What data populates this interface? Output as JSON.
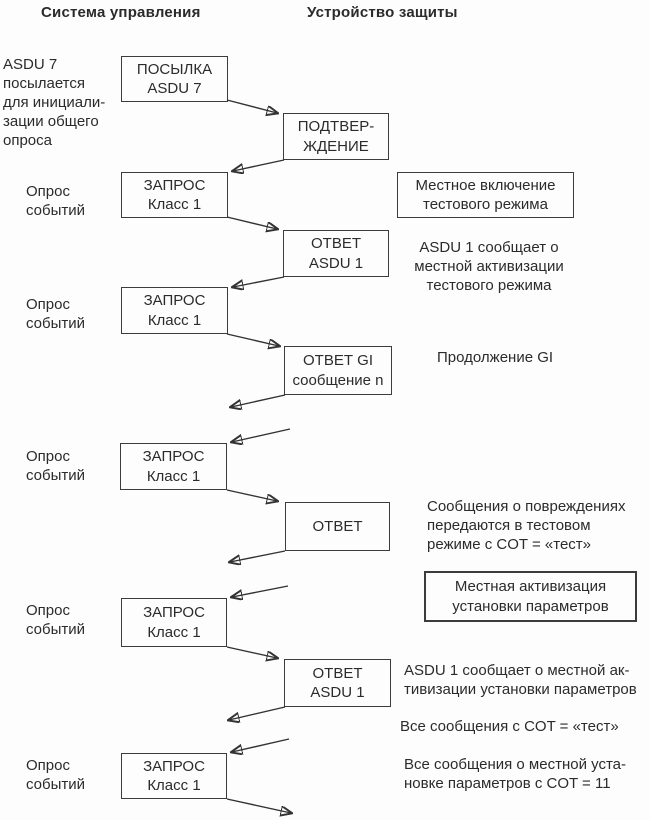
{
  "columns": {
    "left_header": "Система управления",
    "right_header": "Устройство защиты"
  },
  "labels": {
    "intro_note": "ASDU 7\nпосылается\nдля инициали-\nзации общего\nопроса",
    "event_poll": "Опрос\nсобытий"
  },
  "boxes": {
    "send_asdu7": "ПОСЫЛКА\nASDU 7",
    "confirmation": "ПОДТВЕР-\nЖДЕНИЕ",
    "request_class1": "ЗАПРОС\nКласс 1",
    "answer_asdu1": "ОТВЕТ\nASDU 1",
    "answer_gi": "ОТВЕТ GI\nсообщение n",
    "answer": "ОТВЕТ"
  },
  "annotations": {
    "local_test_mode": "Местное включение\nтестового режима",
    "asdu1_reports_test_mode": "ASDU 1 сообщает о\nместной активизации\nтестового режима",
    "gi_continuation": "Продолжение GI",
    "fault_messages_test": "Сообщения о повреждениях\nпередаются в тестовом\nрежиме с COT = «тест»",
    "local_param_setting": "Местная активизация\nустановки параметров",
    "asdu1_reports_param_setting": "ASDU 1 сообщает о местной ак-\nтивизации установки параметров",
    "all_messages_cot_test": "Все сообщения с COT = «тест»",
    "all_param_messages_cot11": "Все сообщения о местной уста-\nновке параметров с COT = 11"
  },
  "colors": {
    "ink": "#2b2b2b",
    "paper": "#fdfdfd"
  }
}
